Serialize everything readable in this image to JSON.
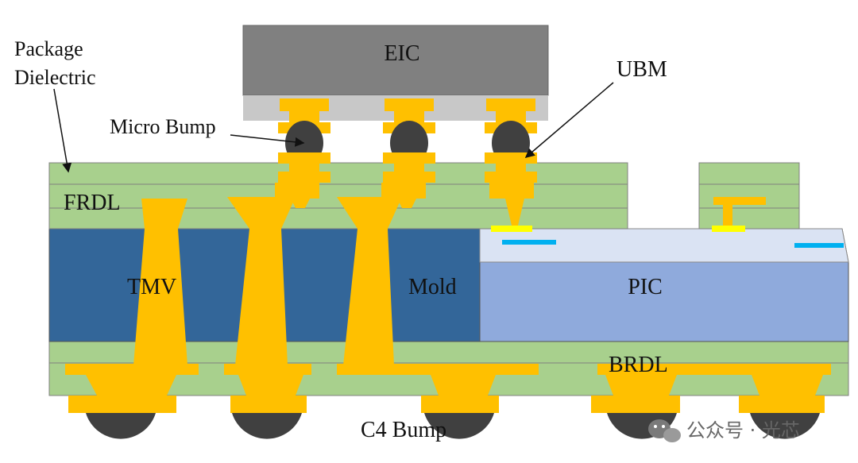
{
  "labels": {
    "eic": "EIC",
    "ubm": "UBM",
    "package_dielectric_line1": "Package",
    "package_dielectric_line2": "Dielectric",
    "micro_bump": "Micro Bump",
    "frdl": "FRDL",
    "tmv": "TMV",
    "mold": "Mold",
    "pic": "PIC",
    "brdl": "BRDL",
    "c4_bump": "C4 Bump"
  },
  "watermark": {
    "text": "公众号 · 光芯",
    "icon": "wechat-icon"
  },
  "colors": {
    "eic_die": "#808080",
    "eic_passivation": "#c8c8c8",
    "rdl_dielectric": "#a8d08d",
    "mold": "#336699",
    "pic": "#8faadc",
    "pic_top": "#dae3f3",
    "copper": "#ffc000",
    "bump": "#404040",
    "waveguide": "#00b0f0",
    "ubm_pad": "#ffff00"
  }
}
